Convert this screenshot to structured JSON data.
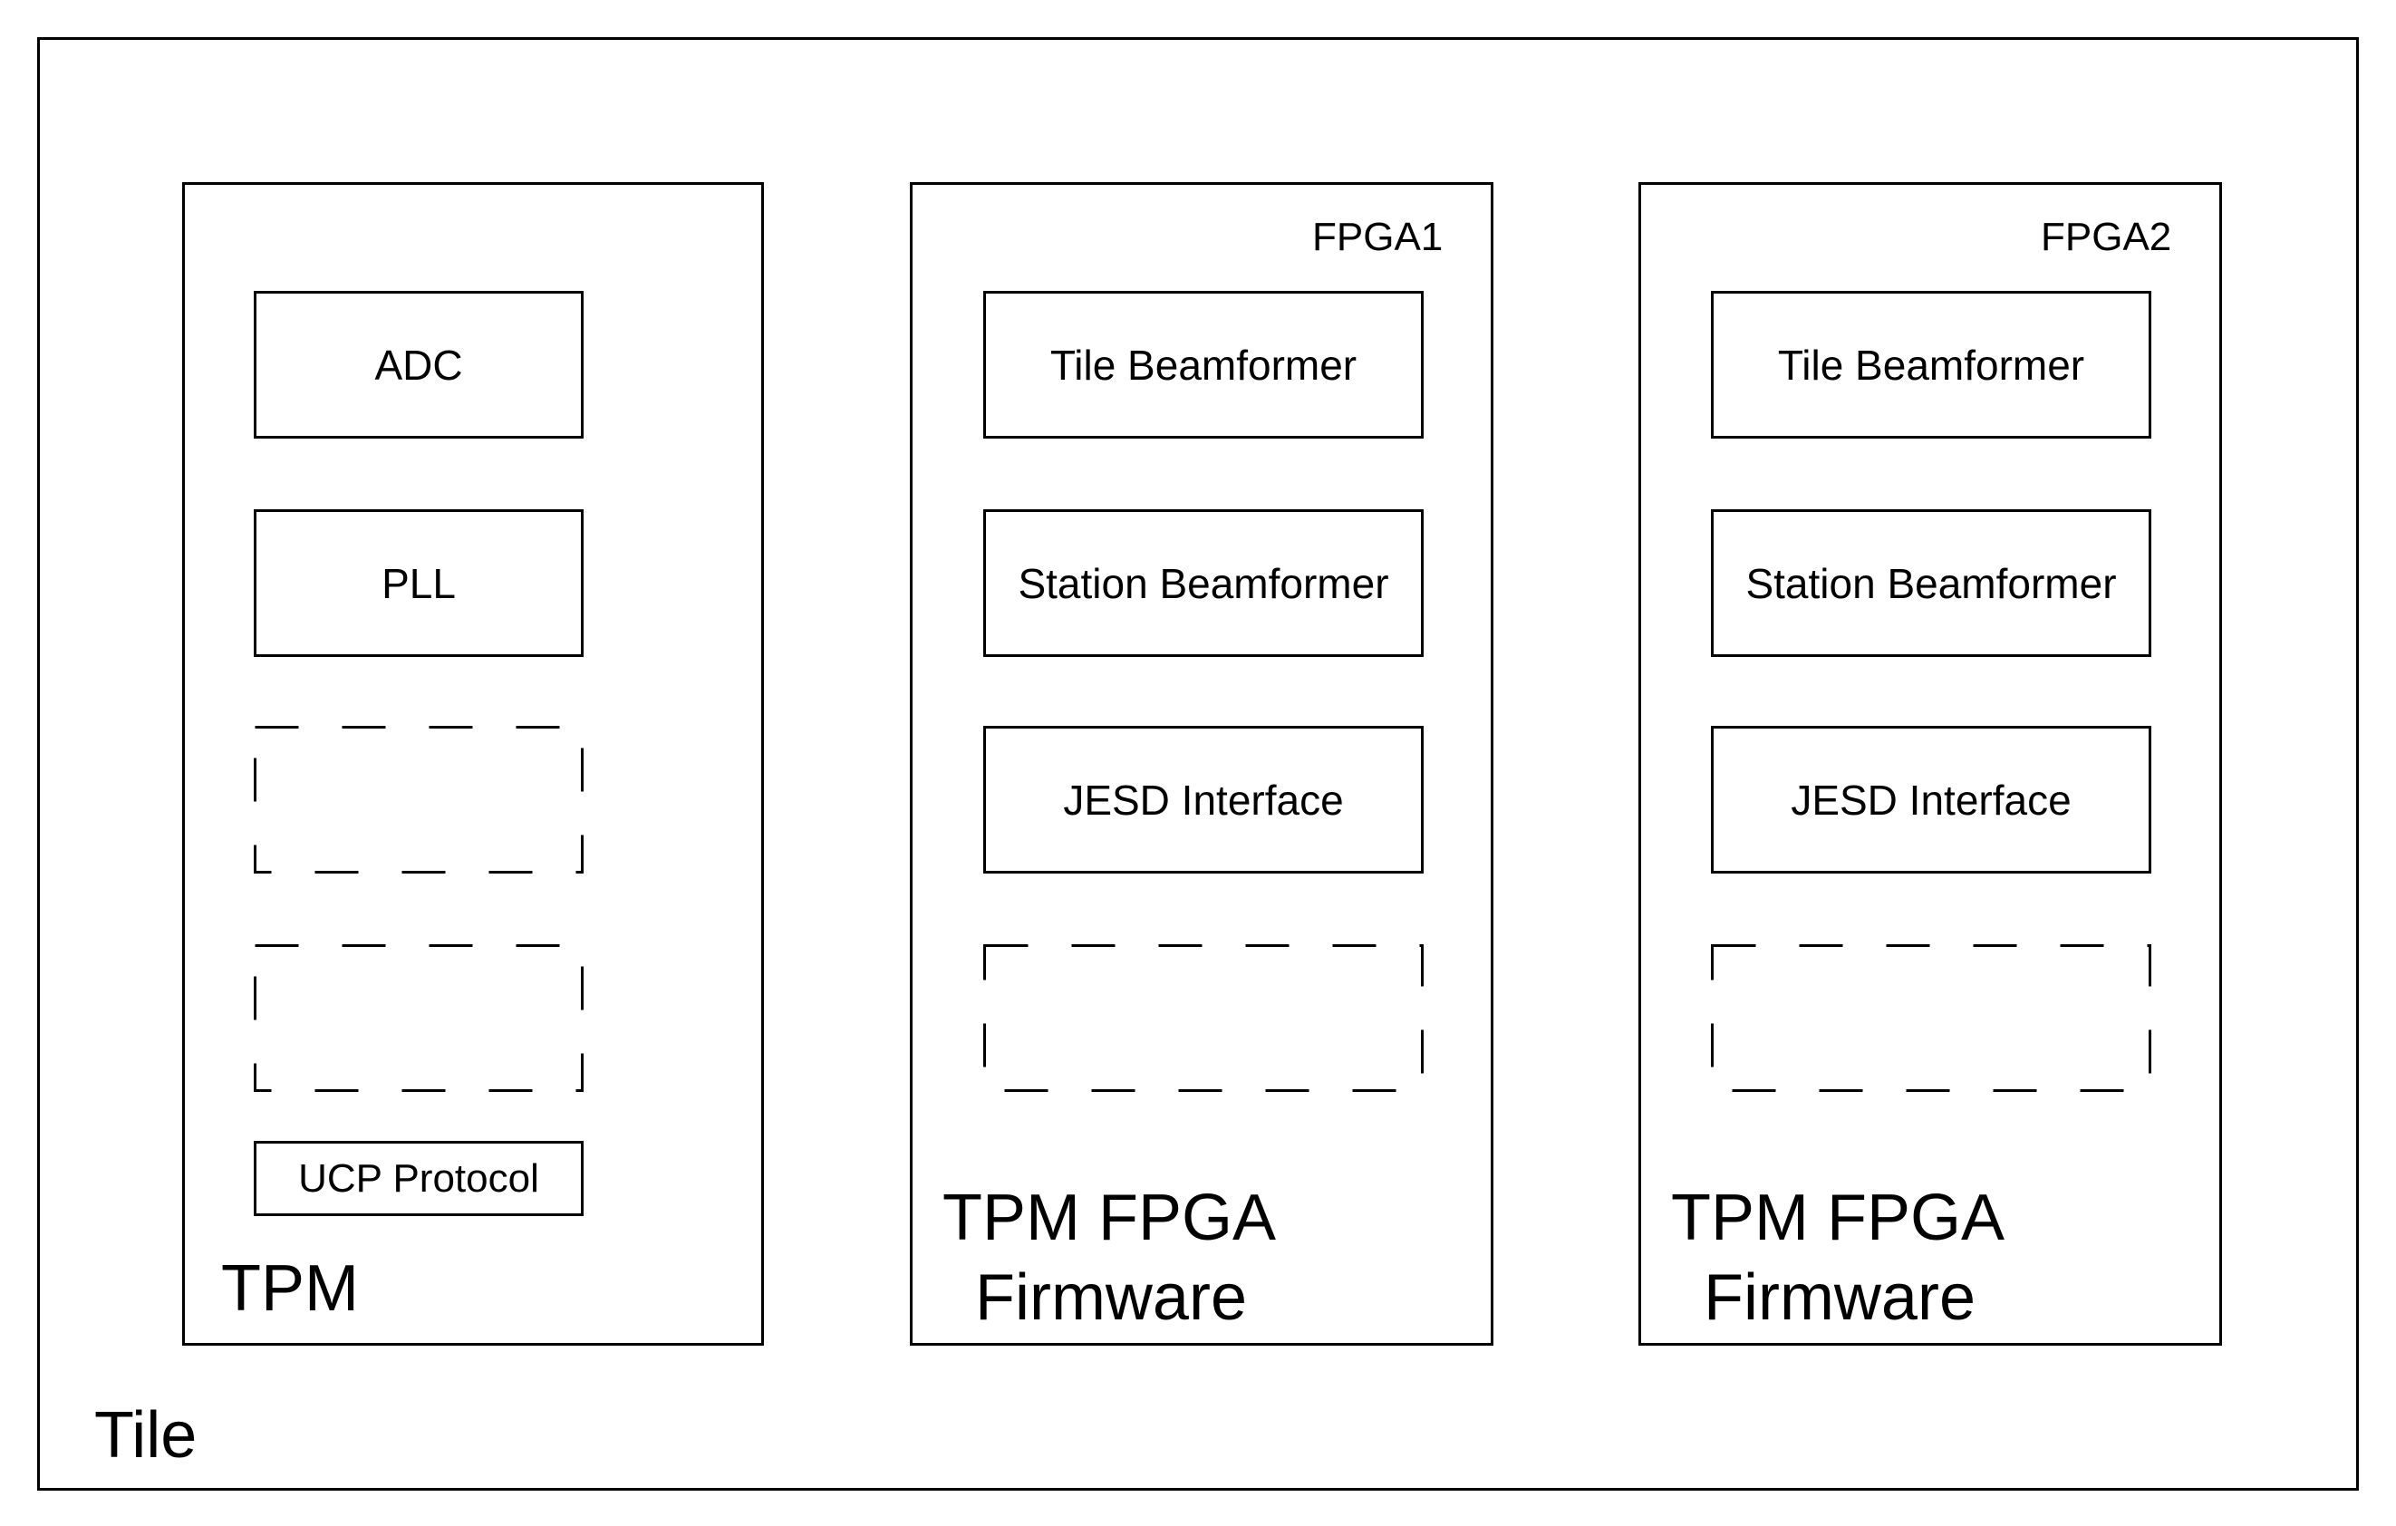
{
  "tile": {
    "label": "Tile"
  },
  "tpm": {
    "label": "TPM",
    "blocks": [
      "ADC",
      "PLL"
    ],
    "protocol": "UCP Protocol"
  },
  "fpga1": {
    "corner_label": "FPGA1",
    "title_line1": "TPM FPGA",
    "title_line2": "Firmware",
    "blocks": [
      "Tile Beamformer",
      "Station Beamformer",
      "JESD Interface"
    ]
  },
  "fpga2": {
    "corner_label": "FPGA2",
    "title_line1": "TPM FPGA",
    "title_line2": "Firmware",
    "blocks": [
      "Tile Beamformer",
      "Station Beamformer",
      "JESD Interface"
    ]
  }
}
